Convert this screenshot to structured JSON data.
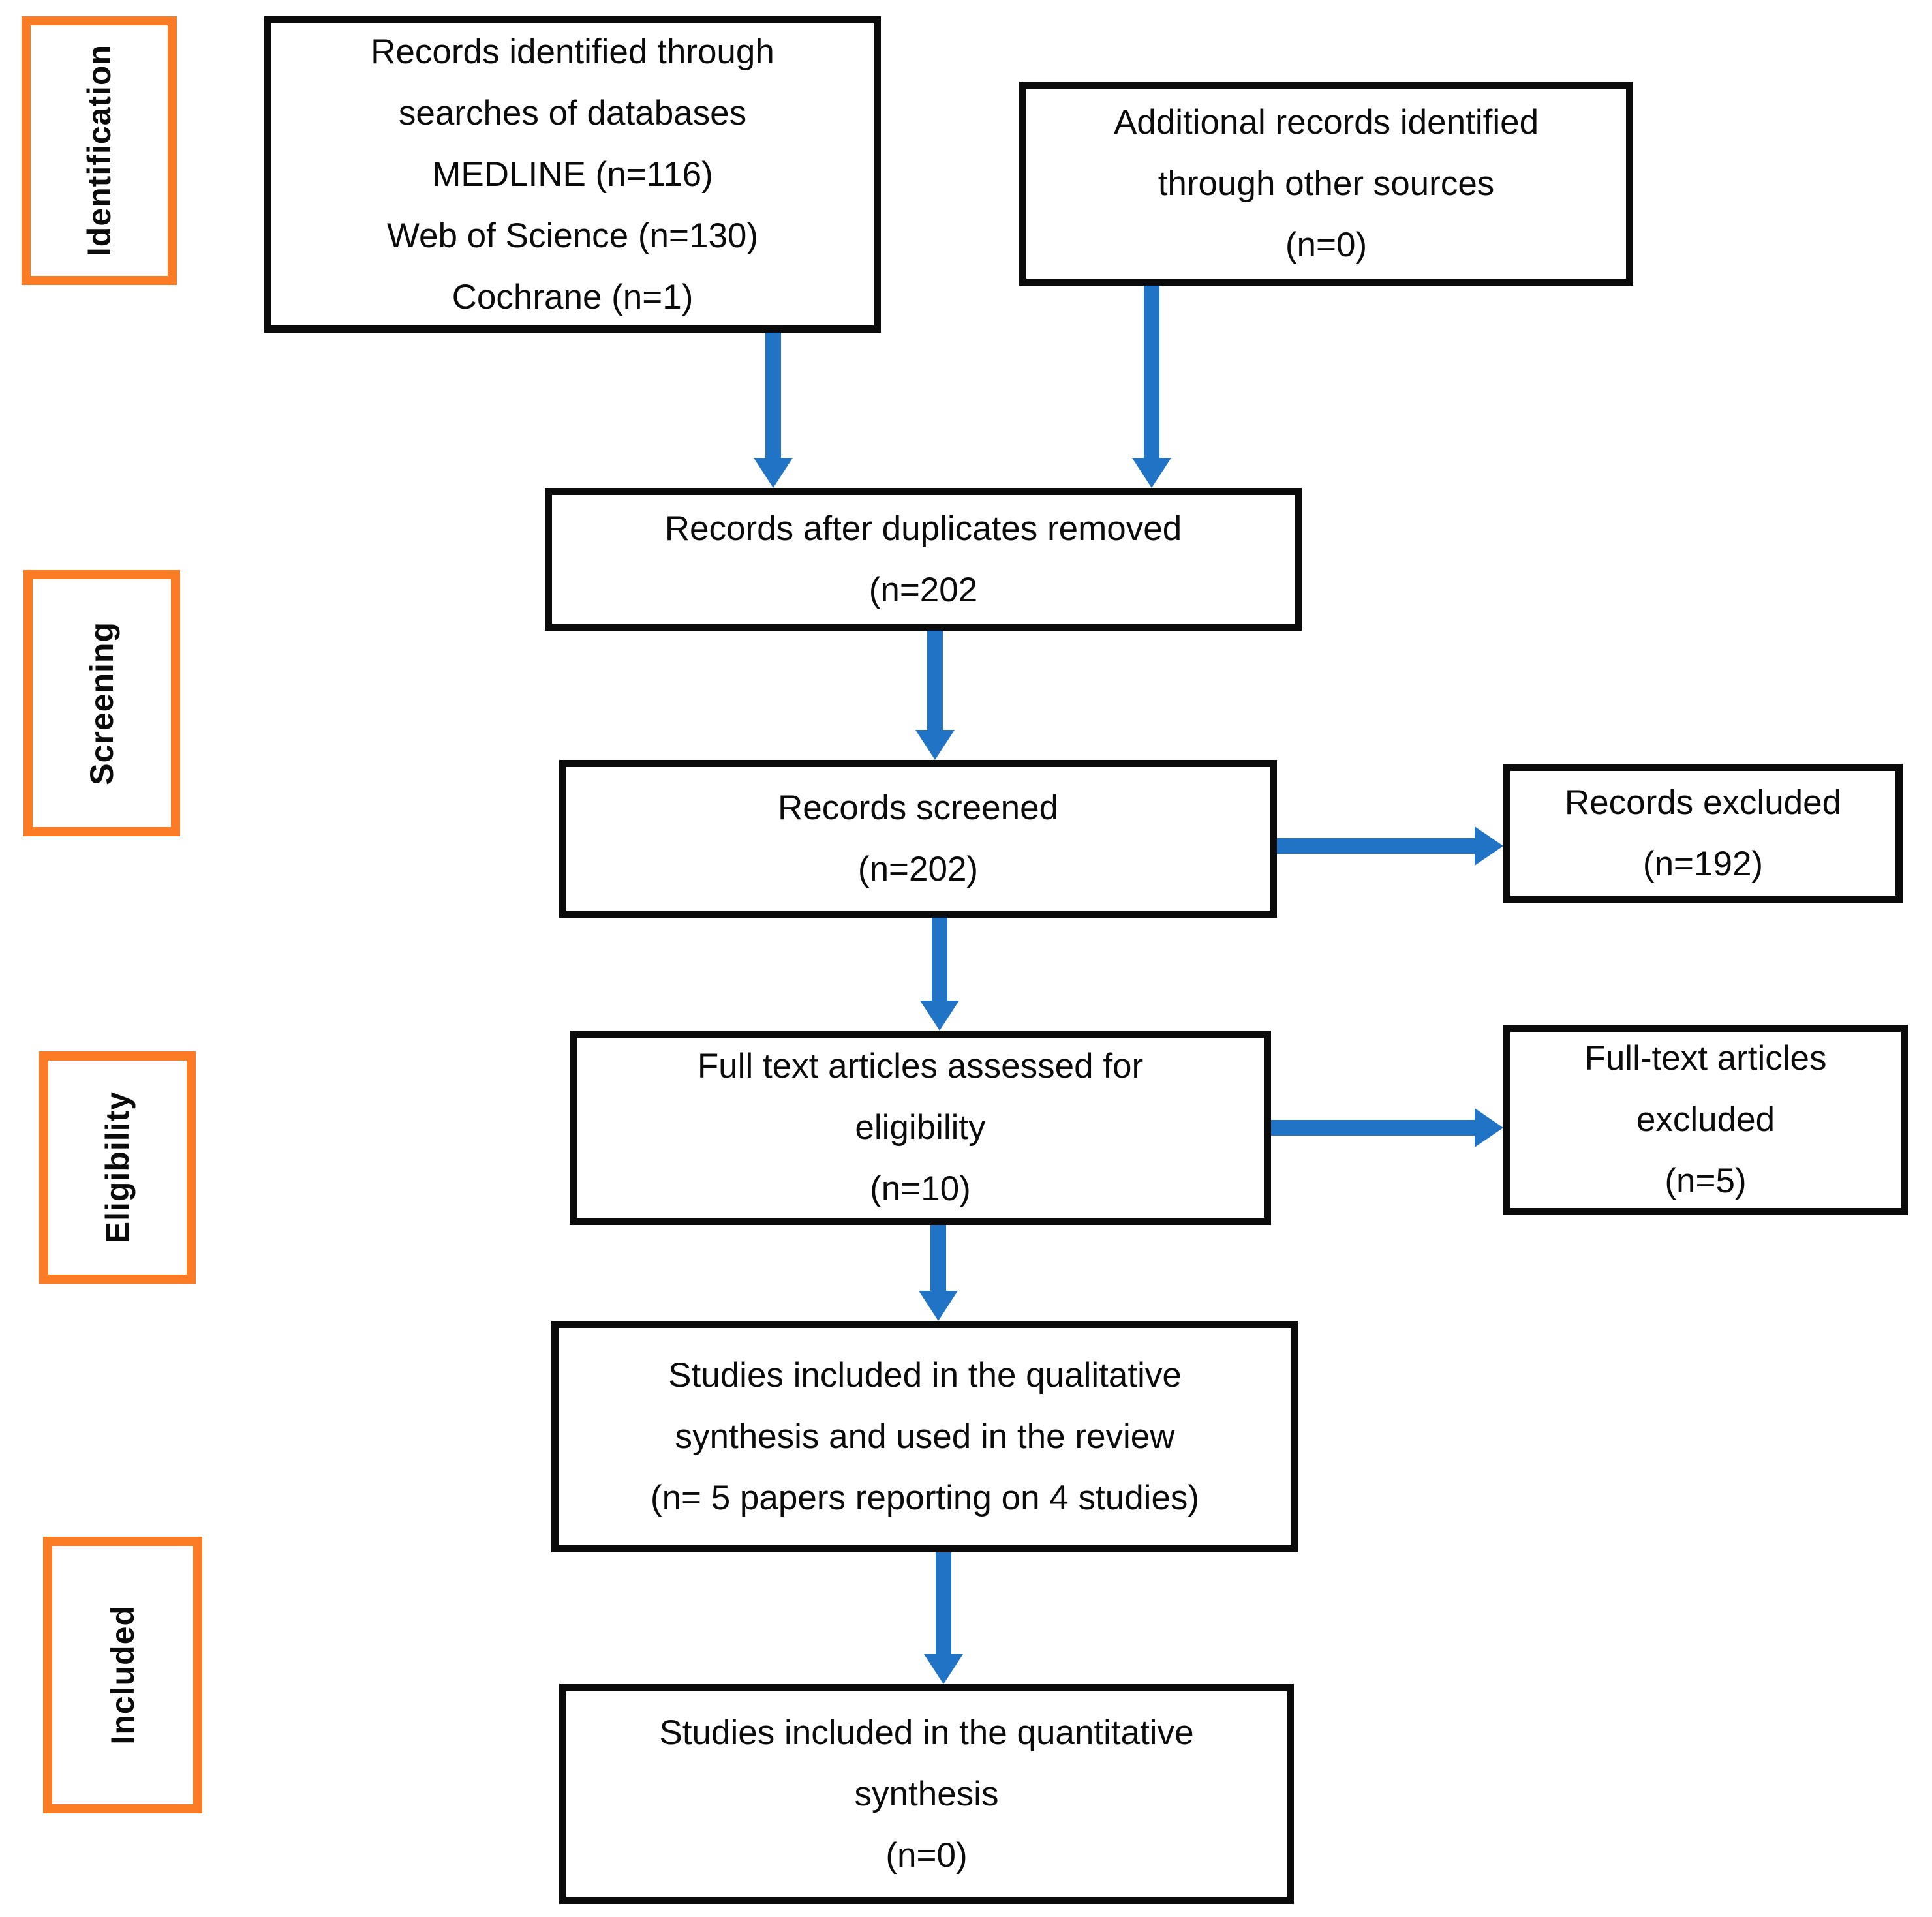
{
  "diagram": {
    "title": "PRISMA flow diagram",
    "colors": {
      "background": "#FFFFFF",
      "stage_border": "#FB7C24",
      "box_border": "#0B0B0B",
      "arrow": "#2173C6",
      "text": "#0B0B0B"
    },
    "stages": [
      {
        "label": "Identification"
      },
      {
        "label": "Screening"
      },
      {
        "label": "Eligibility"
      },
      {
        "label": "Included"
      }
    ],
    "boxes": [
      {
        "name": "records-identified",
        "lines": [
          "Records identified through",
          "searches of databases",
          "MEDLINE (n=116)",
          "Web of Science (n=130)",
          "Cochrane (n=1)"
        ]
      },
      {
        "name": "additional-records",
        "lines": [
          "Additional records identified",
          "through other sources",
          "(n=0)"
        ]
      },
      {
        "name": "records-after-duplicates",
        "lines": [
          "Records after duplicates removed",
          "(n=202"
        ]
      },
      {
        "name": "records-screened",
        "lines": [
          "Records screened",
          "(n=202)"
        ]
      },
      {
        "name": "records-excluded",
        "lines": [
          "Records excluded",
          "(n=192)"
        ]
      },
      {
        "name": "full-text-assessed",
        "lines": [
          "Full text articles assessed for",
          "eligibility",
          "(n=10)"
        ]
      },
      {
        "name": "full-text-excluded",
        "lines": [
          "Full-text articles",
          "excluded",
          "(n=5)"
        ]
      },
      {
        "name": "qualitative-synthesis",
        "lines": [
          "Studies included in the qualitative",
          "synthesis and used in the review",
          "(n= 5 papers reporting on 4 studies)"
        ]
      },
      {
        "name": "quantitative-synthesis",
        "lines": [
          "Studies included in the quantitative",
          "synthesis",
          "(n=0)"
        ]
      }
    ]
  }
}
